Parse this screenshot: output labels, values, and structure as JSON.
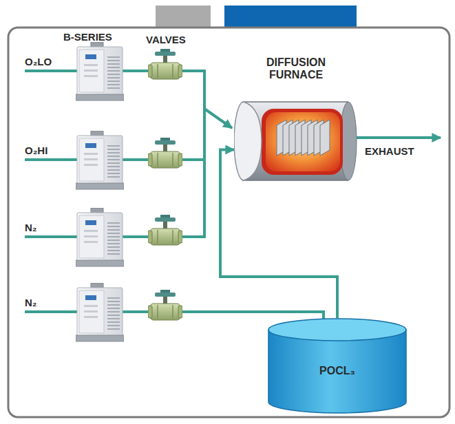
{
  "diagram": {
    "nodes": [
      {
        "text": [
          "DIFFUSION FURNACE"
        ]
      },
      {
        "text": [
          "POCL₃"
        ]
      }
    ],
    "edges": [
      {
        "from": 1,
        "to": 0,
        "arrow": "to"
      }
    ],
    "labels": [
      "B-SERIES",
      "VALVES",
      "O₂LO",
      "O₂HI",
      "N₂",
      "N₂",
      "EXHAUST"
    ]
  }
}
